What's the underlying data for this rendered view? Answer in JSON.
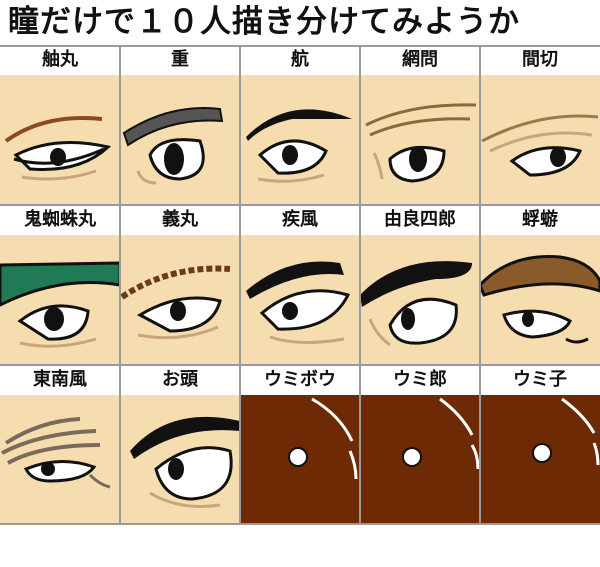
{
  "title": "瞳だけで１０人描き分けてみようか",
  "colors": {
    "skin": "#f6ddb0",
    "brown_bg": "#6e2a04",
    "green_cap": "#1f7a55",
    "brown_cap": "#8a5a2a",
    "ink": "#111111"
  },
  "cells": [
    {
      "label": "舳丸",
      "style": "skin",
      "icon": "narrow-eye-icon"
    },
    {
      "label": "重",
      "style": "skin",
      "icon": "round-eye-icon"
    },
    {
      "label": "航",
      "style": "skin",
      "icon": "thick-brow-eye-icon"
    },
    {
      "label": "網問",
      "style": "skin",
      "icon": "furrowed-eye-icon"
    },
    {
      "label": "間切",
      "style": "skin",
      "icon": "sly-eye-icon"
    },
    {
      "label": "鬼蜘蛛丸",
      "style": "green",
      "icon": "capped-eye-icon"
    },
    {
      "label": "義丸",
      "style": "skin",
      "icon": "hairy-brow-eye-icon"
    },
    {
      "label": "疾風",
      "style": "skin",
      "icon": "fierce-eye-icon"
    },
    {
      "label": "由良四郎",
      "style": "black",
      "icon": "bandana-eye-icon"
    },
    {
      "label": "蜉蝣",
      "style": "brownhat",
      "icon": "hat-eye-icon"
    },
    {
      "label": "東南風",
      "style": "skin",
      "icon": "squint-eye-icon"
    },
    {
      "label": "お頭",
      "style": "skin",
      "icon": "side-eye-icon"
    },
    {
      "label": "ウミボウ",
      "style": "brown",
      "icon": "sea-creature-eye-icon"
    },
    {
      "label": "ウミ郎",
      "style": "brown",
      "icon": "sea-creature-eye-icon"
    },
    {
      "label": "ウミ子",
      "style": "brown",
      "icon": "sea-creature-eye-icon"
    }
  ]
}
